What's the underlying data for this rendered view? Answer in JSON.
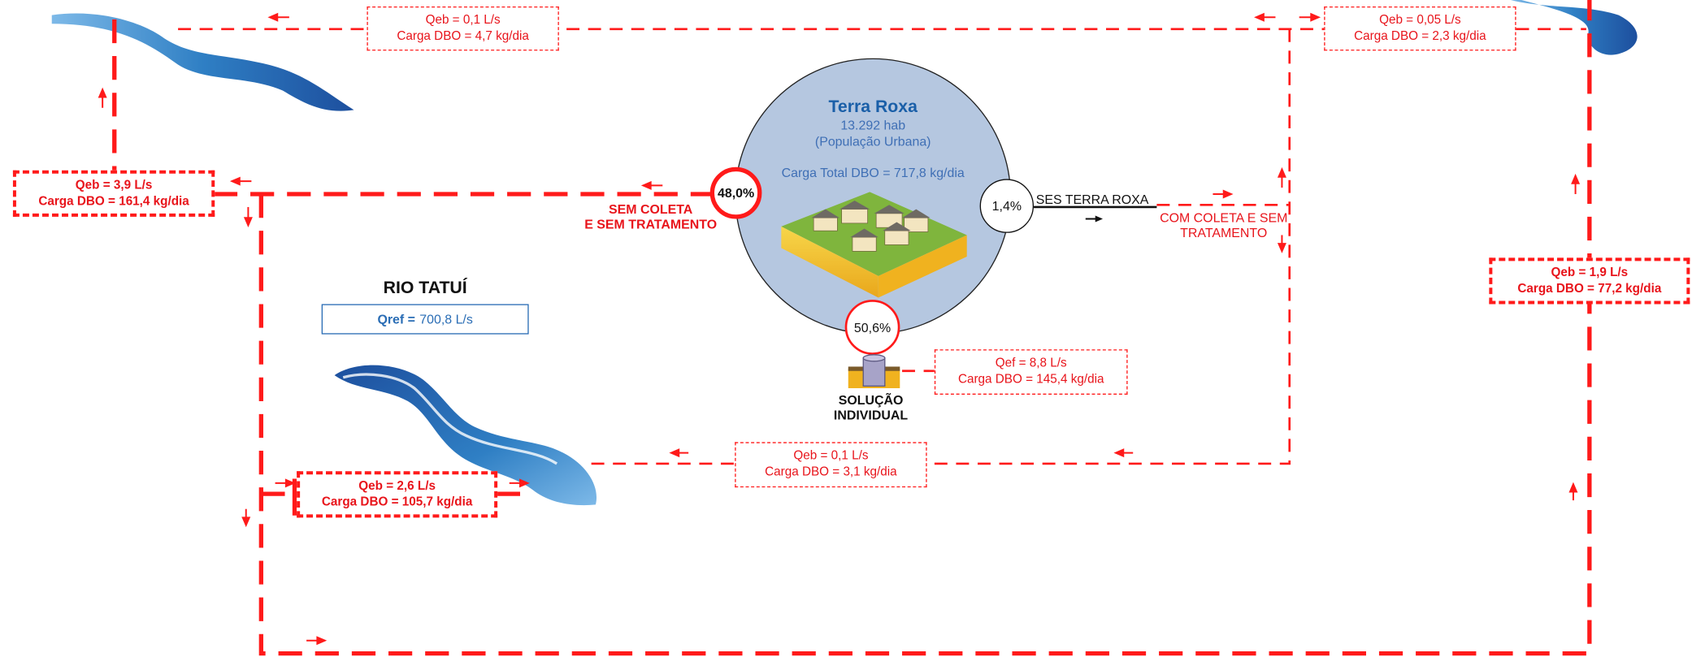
{
  "city": {
    "name": "Terra Roxa",
    "population": "13.292 hab",
    "population_note": "(População Urbana)",
    "total_load": "Carga Total DBO = 717,8 kg/dia"
  },
  "percent_no_collection": "48,0%",
  "percent_ses": "1,4%",
  "percent_individual": "50,6%",
  "labels": {
    "sem_coleta_1": "SEM COLETA",
    "sem_coleta_2": "E SEM TRATAMENTO",
    "ses": "SES TERRA ROXA",
    "com_coleta_1": "COM COLETA E SEM",
    "com_coleta_2": "TRATAMENTO",
    "solucao_1": "SOLUÇÃO",
    "solucao_2": "INDIVIDUAL"
  },
  "river": {
    "name": "RIO TATUÍ",
    "qref_key": "Qref =",
    "qref_value": "700,8 L/s"
  },
  "boxes": {
    "top_left": {
      "q": "Qeb = 0,1 L/s",
      "load": "Carga DBO = 4,7 kg/dia"
    },
    "top_right": {
      "q": "Qeb = 0,05 L/s",
      "load": "Carga DBO = 2,3 kg/dia"
    },
    "left": {
      "q": "Qeb = 3,9 L/s",
      "load": "Carga DBO = 161,4 kg/dia"
    },
    "right": {
      "q": "Qeb = 1,9 L/s",
      "load": "Carga DBO = 77,2 kg/dia"
    },
    "individual": {
      "q": "Qef = 8,8 L/s",
      "load": "Carga DBO = 145,4 kg/dia"
    },
    "bottom_mid": {
      "q": "Qeb = 0,1 L/s",
      "load": "Carga DBO = 3,1 kg/dia"
    },
    "bottom_left": {
      "q": "Qeb = 2,6 L/s",
      "load": "Carga DBO = 105,7 kg/dia"
    }
  },
  "colors": {
    "flow_red": "#ff1a1a",
    "text_red": "#e8141b",
    "river_blue": "#2a6db5",
    "circle_fill": "#b5c7e0"
  }
}
